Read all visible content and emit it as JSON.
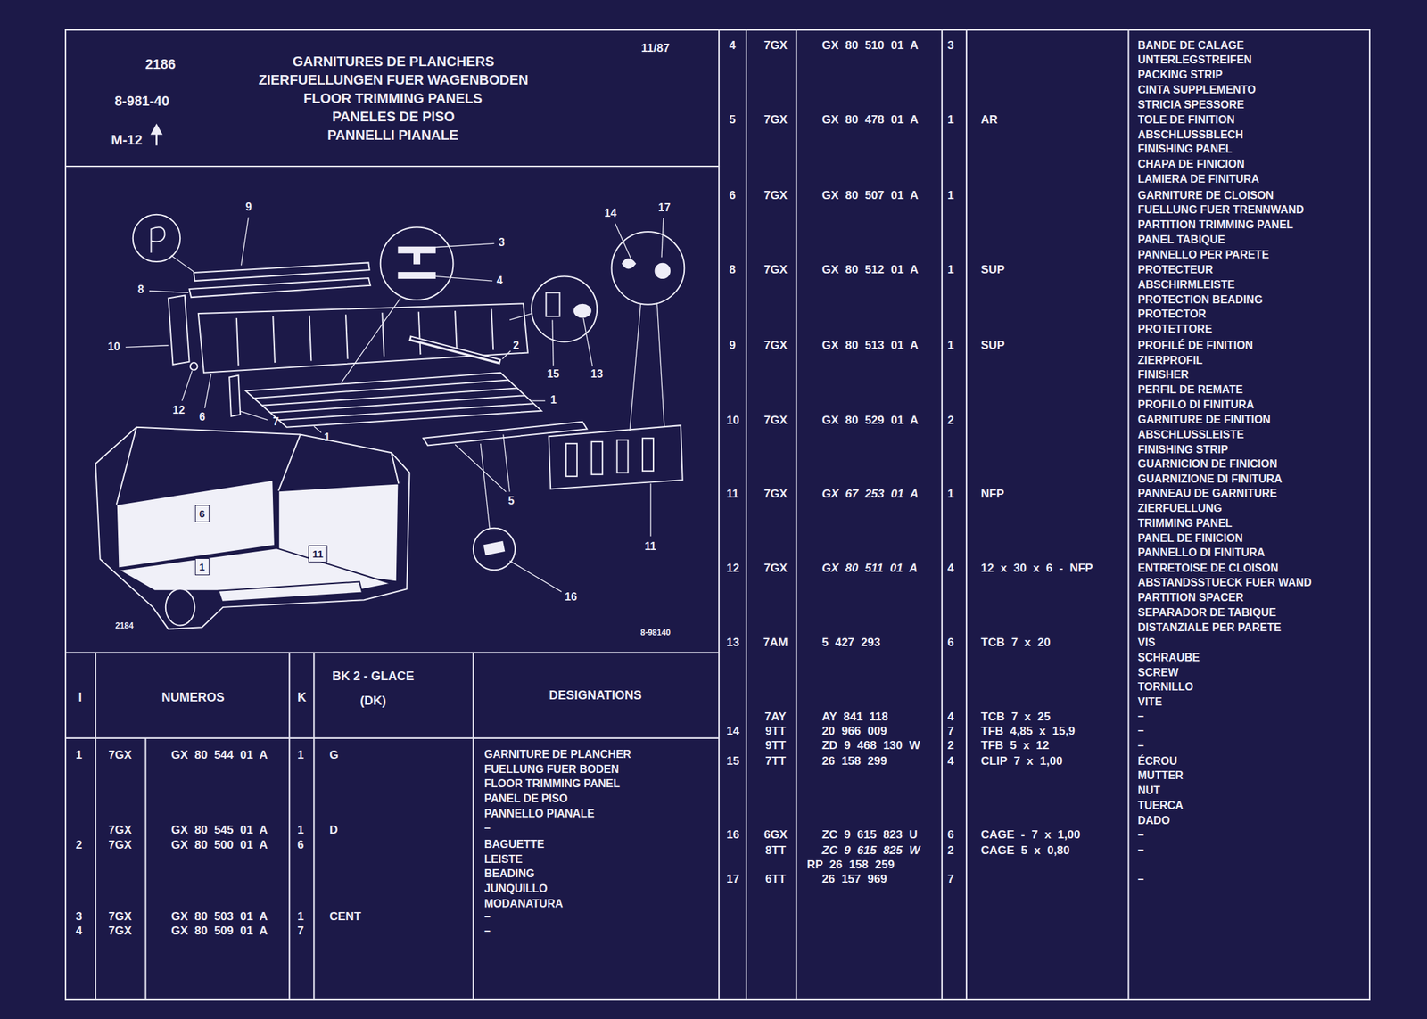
{
  "diagram": {
    "title": "GARNITURES DE PLANCHERS",
    "nodes": [
      {
        "text": [
          "6"
        ]
      },
      {
        "text": [
          "1"
        ]
      },
      {
        "text": [
          "11"
        ]
      }
    ],
    "labels": [
      "2186",
      "8-981-40",
      "M-12",
      "11/87",
      "ZIERFUELLUNGEN FUER WAGENBODEN",
      "FLOOR TRIMMING PANELS",
      "PANELES DE PISO",
      "PANNELLI PIANALE",
      "9",
      "3",
      "4",
      "14",
      "17",
      "8",
      "10",
      "2",
      "15",
      "13",
      "12",
      "6",
      "7",
      "1",
      "1",
      "5",
      "11",
      "16",
      "2184",
      "8-98140",
      "I",
      "NUMEROS",
      "K",
      "BK 2 - GLACE",
      "(DK)",
      "DESIGNATIONS",
      "1",
      "7GX",
      "GX 80 544 01 A",
      "1",
      "G",
      "GARNITURE DE PLANCHER",
      "FUELLUNG FUER BODEN",
      "FLOOR TRIMMING PANEL",
      "PANEL DE PISO",
      "PANNELLO PIANALE",
      "–",
      "7GX",
      "GX 80 545 01 A",
      "1",
      "D",
      "2",
      "7GX",
      "GX 80 500 01 A",
      "6",
      "BAGUETTE",
      "LEISTE",
      "BEADING",
      "JUNQUILLO",
      "MODANATURA",
      "3",
      "7GX",
      "GX 80 503 01 A",
      "1",
      "CENT",
      "–",
      "4",
      "7GX",
      "GX 80 509 01 A",
      "7",
      "–",
      "4",
      "7GX",
      "GX 80 510 01 A",
      "3",
      "BANDE DE CALAGE",
      "UNTERLEGSTREIFEN",
      "PACKING STRIP",
      "CINTA SUPPLEMENTO",
      "STRICIA SPESSORE",
      "5",
      "7GX",
      "GX 80 478 01 A",
      "1",
      "AR",
      "TOLE DE FINITION",
      "ABSCHLUSSBLECH",
      "FINISHING PANEL",
      "CHAPA DE FINICION",
      "LAMIERA DE FINITURA",
      "6",
      "7GX",
      "GX 80 507 01 A",
      "1",
      "GARNITURE DE CLOISON",
      "FUELLUNG FUER TRENNWAND",
      "PARTITION TRIMMING PANEL",
      "PANEL TABIQUE",
      "PANNELLO PER PARETE",
      "8",
      "7GX",
      "GX 80 512 01 A",
      "1",
      "SUP",
      "PROTECTEUR",
      "ABSCHIRMLEISTE",
      "PROTECTION BEADING",
      "PROTECTOR",
      "PROTETTORE",
      "9",
      "7GX",
      "GX 80 513 01 A",
      "1",
      "SUP",
      "PROFILÉ DE FINITION",
      "ZIERPROFIL",
      "FINISHER",
      "PERFIL DE REMATE",
      "PROFILO DI FINITURA",
      "10",
      "7GX",
      "GX 80 529 01 A",
      "2",
      "GARNITURE DE FINITION",
      "ABSCHLUSSLEISTE",
      "FINISHING STRIP",
      "GUARNICION DE FINICION",
      "GUARNIZIONE DI FINITURA",
      "11",
      "7GX",
      "GX 67 253 01 A",
      "1",
      "NFP",
      "PANNEAU DE GARNITURE",
      "ZIERFUELLUNG",
      "TRIMMING PANEL",
      "PANEL DE FINICION",
      "PANNELLO DI FINITURA",
      "12",
      "7GX",
      "GX 80 511 01 A",
      "4",
      "12 x 30 x 6 - NFP",
      "ENTRETOISE DE CLOISON",
      "ABSTANDSSTUECK FUER WAND",
      "PARTITION SPACER",
      "SEPARADOR DE TABIQUE",
      "DISTANZIALE PER PARETE",
      "13",
      "7AM",
      "5 427 293",
      "6",
      "TCB 7 x 20",
      "VIS",
      "SCHRAUBE",
      "SCREW",
      "TORNILLO",
      "VITE",
      "7AY",
      "AY 841 118",
      "4",
      "TCB 7 x 25",
      "–",
      "14",
      "9TT",
      "20 966 009",
      "7",
      "TFB 4,85 x 15,9",
      "–",
      "9TT",
      "ZD 9 468 130 W",
      "2",
      "TFB 5 x 12",
      "–",
      "15",
      "7TT",
      "26 158 299",
      "4",
      "CLIP 7 x 1,00",
      "ÉCROU",
      "MUTTER",
      "NUT",
      "TUERCA",
      "DADO",
      "16",
      "6GX",
      "ZC 9 615 823 U",
      "6",
      "CAGE - 7 x 1,00",
      "–",
      "8TT",
      "ZC 9 615 825 W",
      "2",
      "CAGE 5 x 0,80",
      "–",
      "RP 26 158 259",
      "17",
      "6TT",
      "26 157 969",
      "7",
      "–"
    ]
  }
}
